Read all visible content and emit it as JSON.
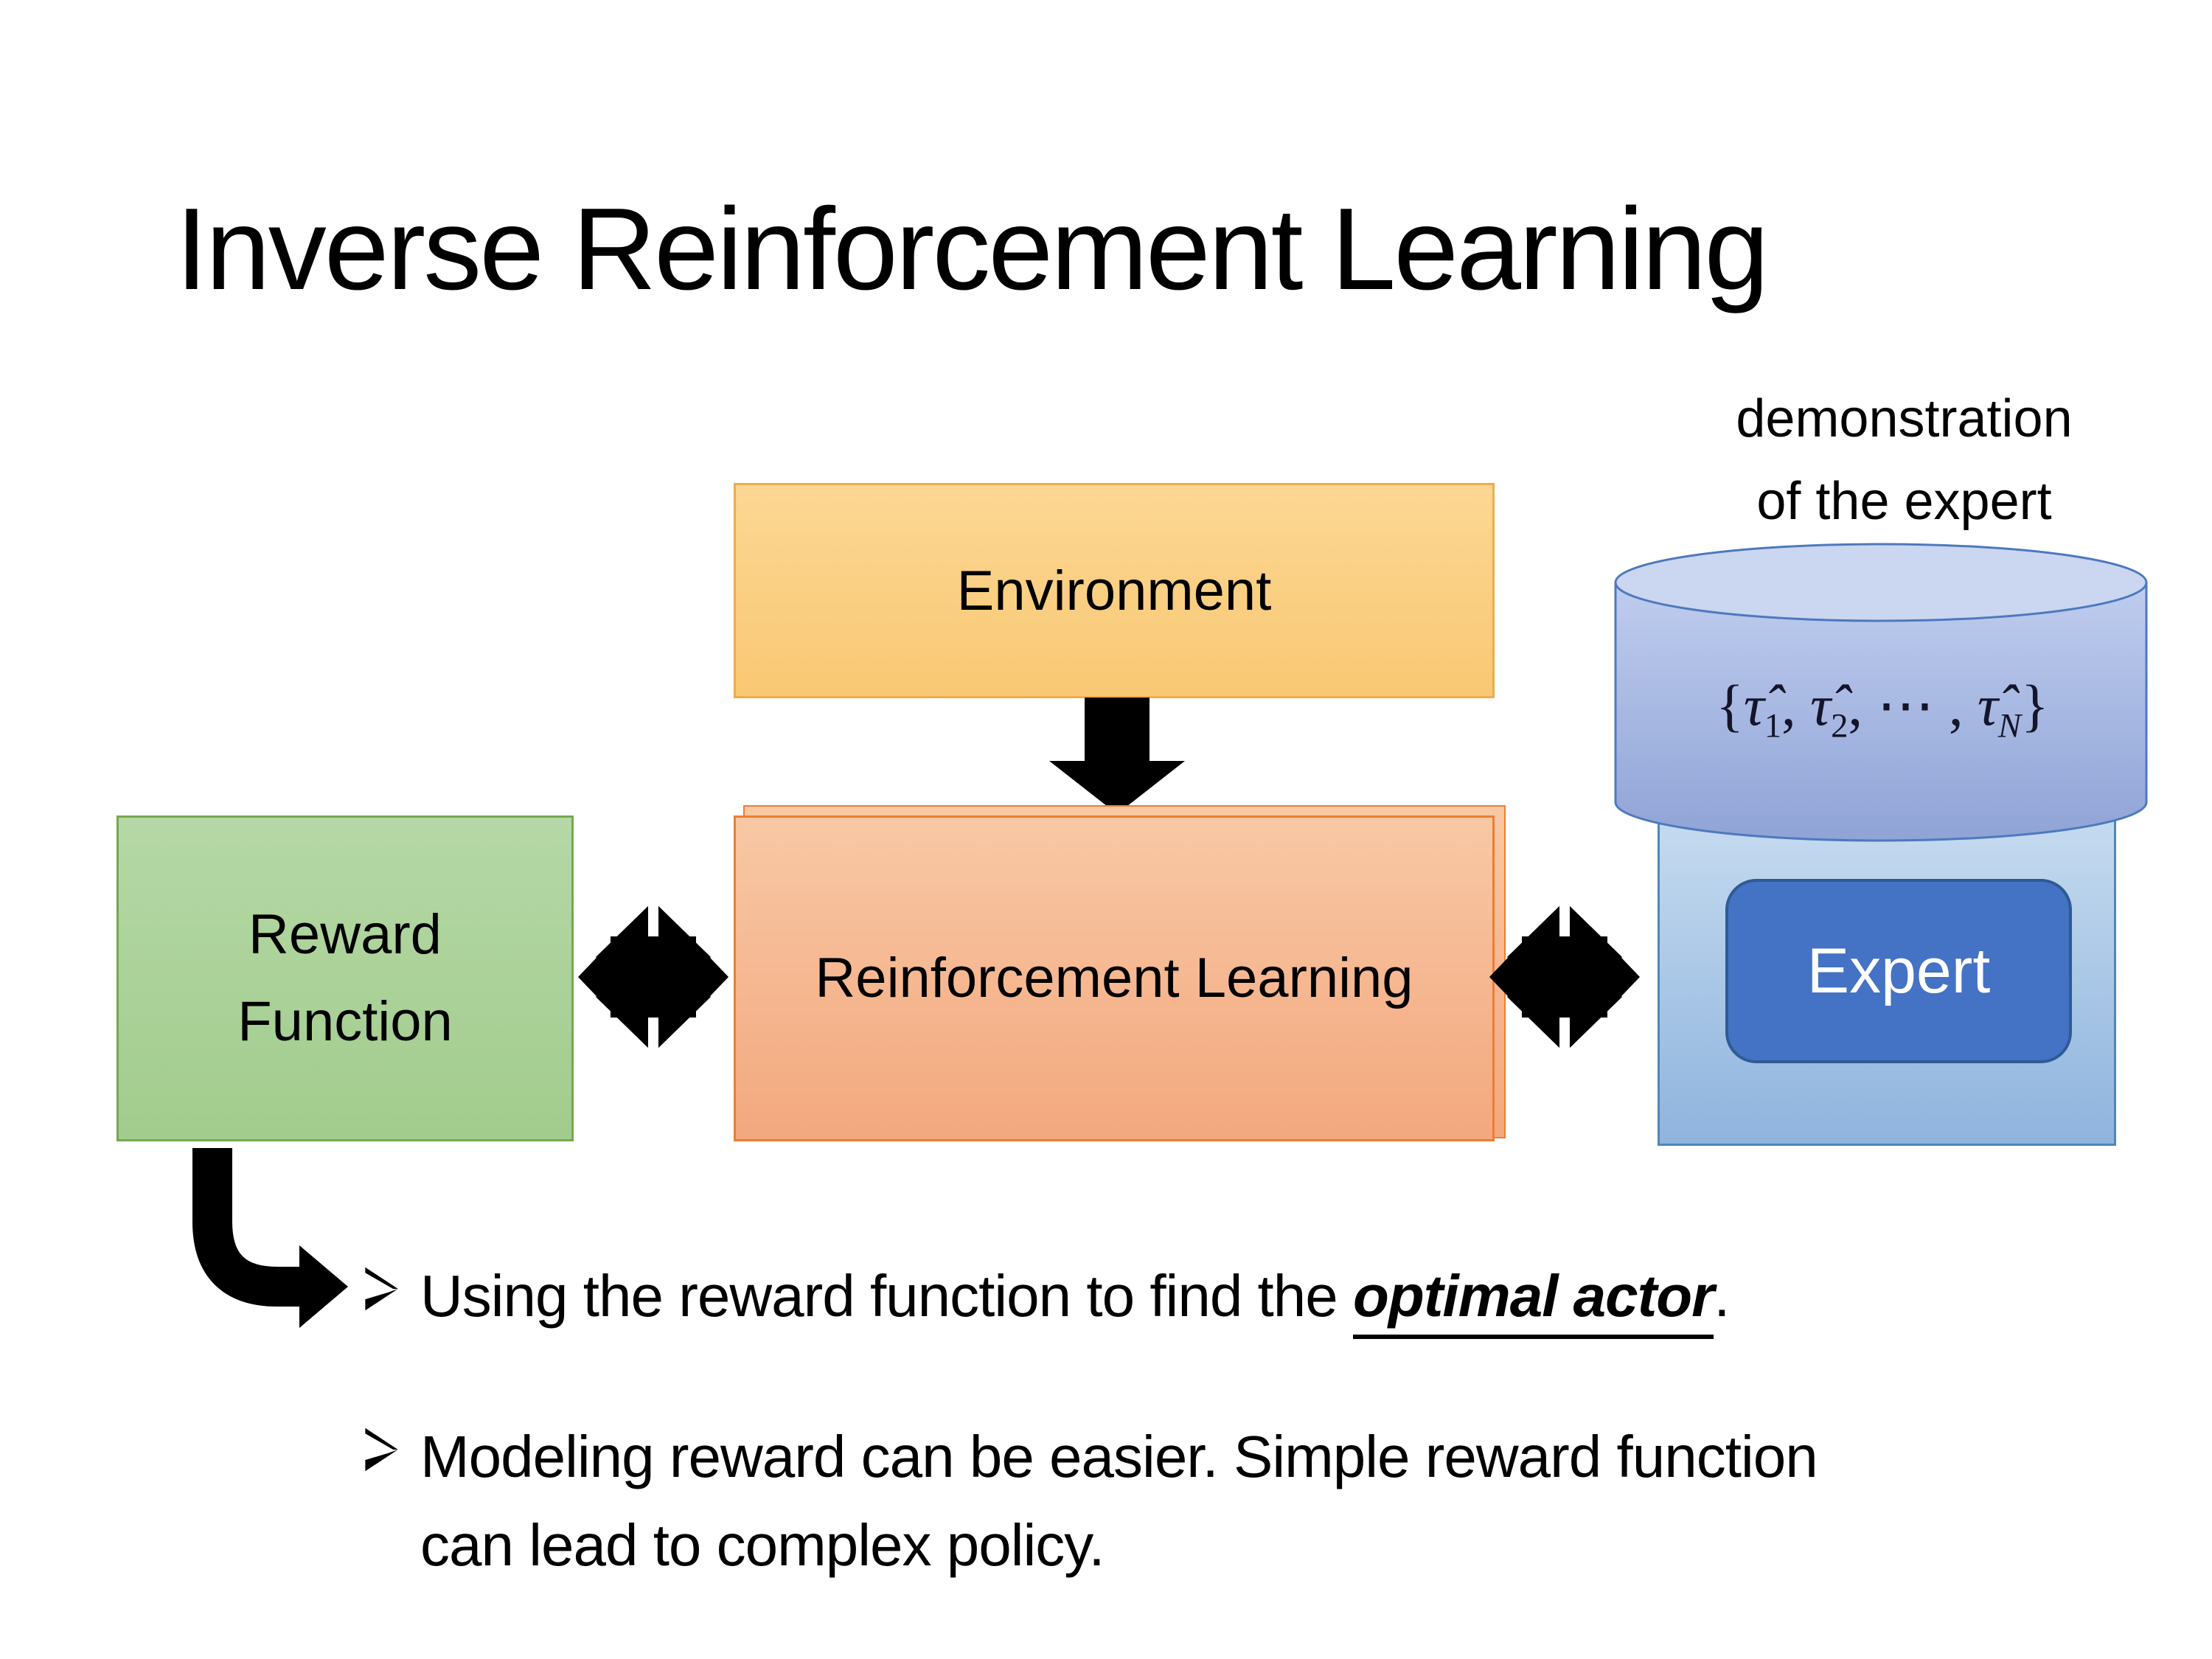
{
  "colors": {
    "gold_fill_top": "#FCD794",
    "gold_fill_bot": "#F9C873",
    "gold_border": "#F0AC4A",
    "salmon_fill_top": "#F8C8A5",
    "salmon_fill_bot": "#F3A87E",
    "salmon_border": "#ED7D31",
    "green_fill_top": "#B5D8A6",
    "green_fill_bot": "#A2CC8D",
    "green_border": "#74A850",
    "panel_fill_top": "#C7DCF0",
    "panel_fill_bot": "#8FB4DE",
    "panel_border": "#4F87B8",
    "cyl_top": "#CBD6F1",
    "cyl_fill_top": "#BFCDEE",
    "cyl_fill_bot": "#8FA3D6",
    "cyl_border": "#4D79BE",
    "btn_fill": "#4472C4",
    "btn_border": "#2F5B94",
    "btn_text": "#FFFFFF",
    "arrow": "#000000"
  },
  "title": {
    "text": "Inverse Reinforcement Learning"
  },
  "caption": {
    "line1": "demonstration",
    "line2": "of the expert"
  },
  "diagram": {
    "environment": {
      "label": "Environment"
    },
    "reward_function": {
      "label": "Reward Function"
    },
    "reinforcement_learning": {
      "label": "Reinforcement Learning"
    },
    "expert": {
      "label": "Expert"
    },
    "trajectories": {
      "open": "{",
      "tau": "τ̂",
      "sub1": "1",
      "sep1": ", ",
      "sub2": "2",
      "sep2": ", ⋯ , ",
      "subN": "N",
      "close": "}"
    }
  },
  "bullets": {
    "item1": {
      "prefix": "Using the reward function to find the ",
      "emphasis": "optimal actor",
      "suffix": "."
    },
    "item2": {
      "text": "Modeling reward can be easier. Simple reward function can lead to complex policy."
    }
  }
}
